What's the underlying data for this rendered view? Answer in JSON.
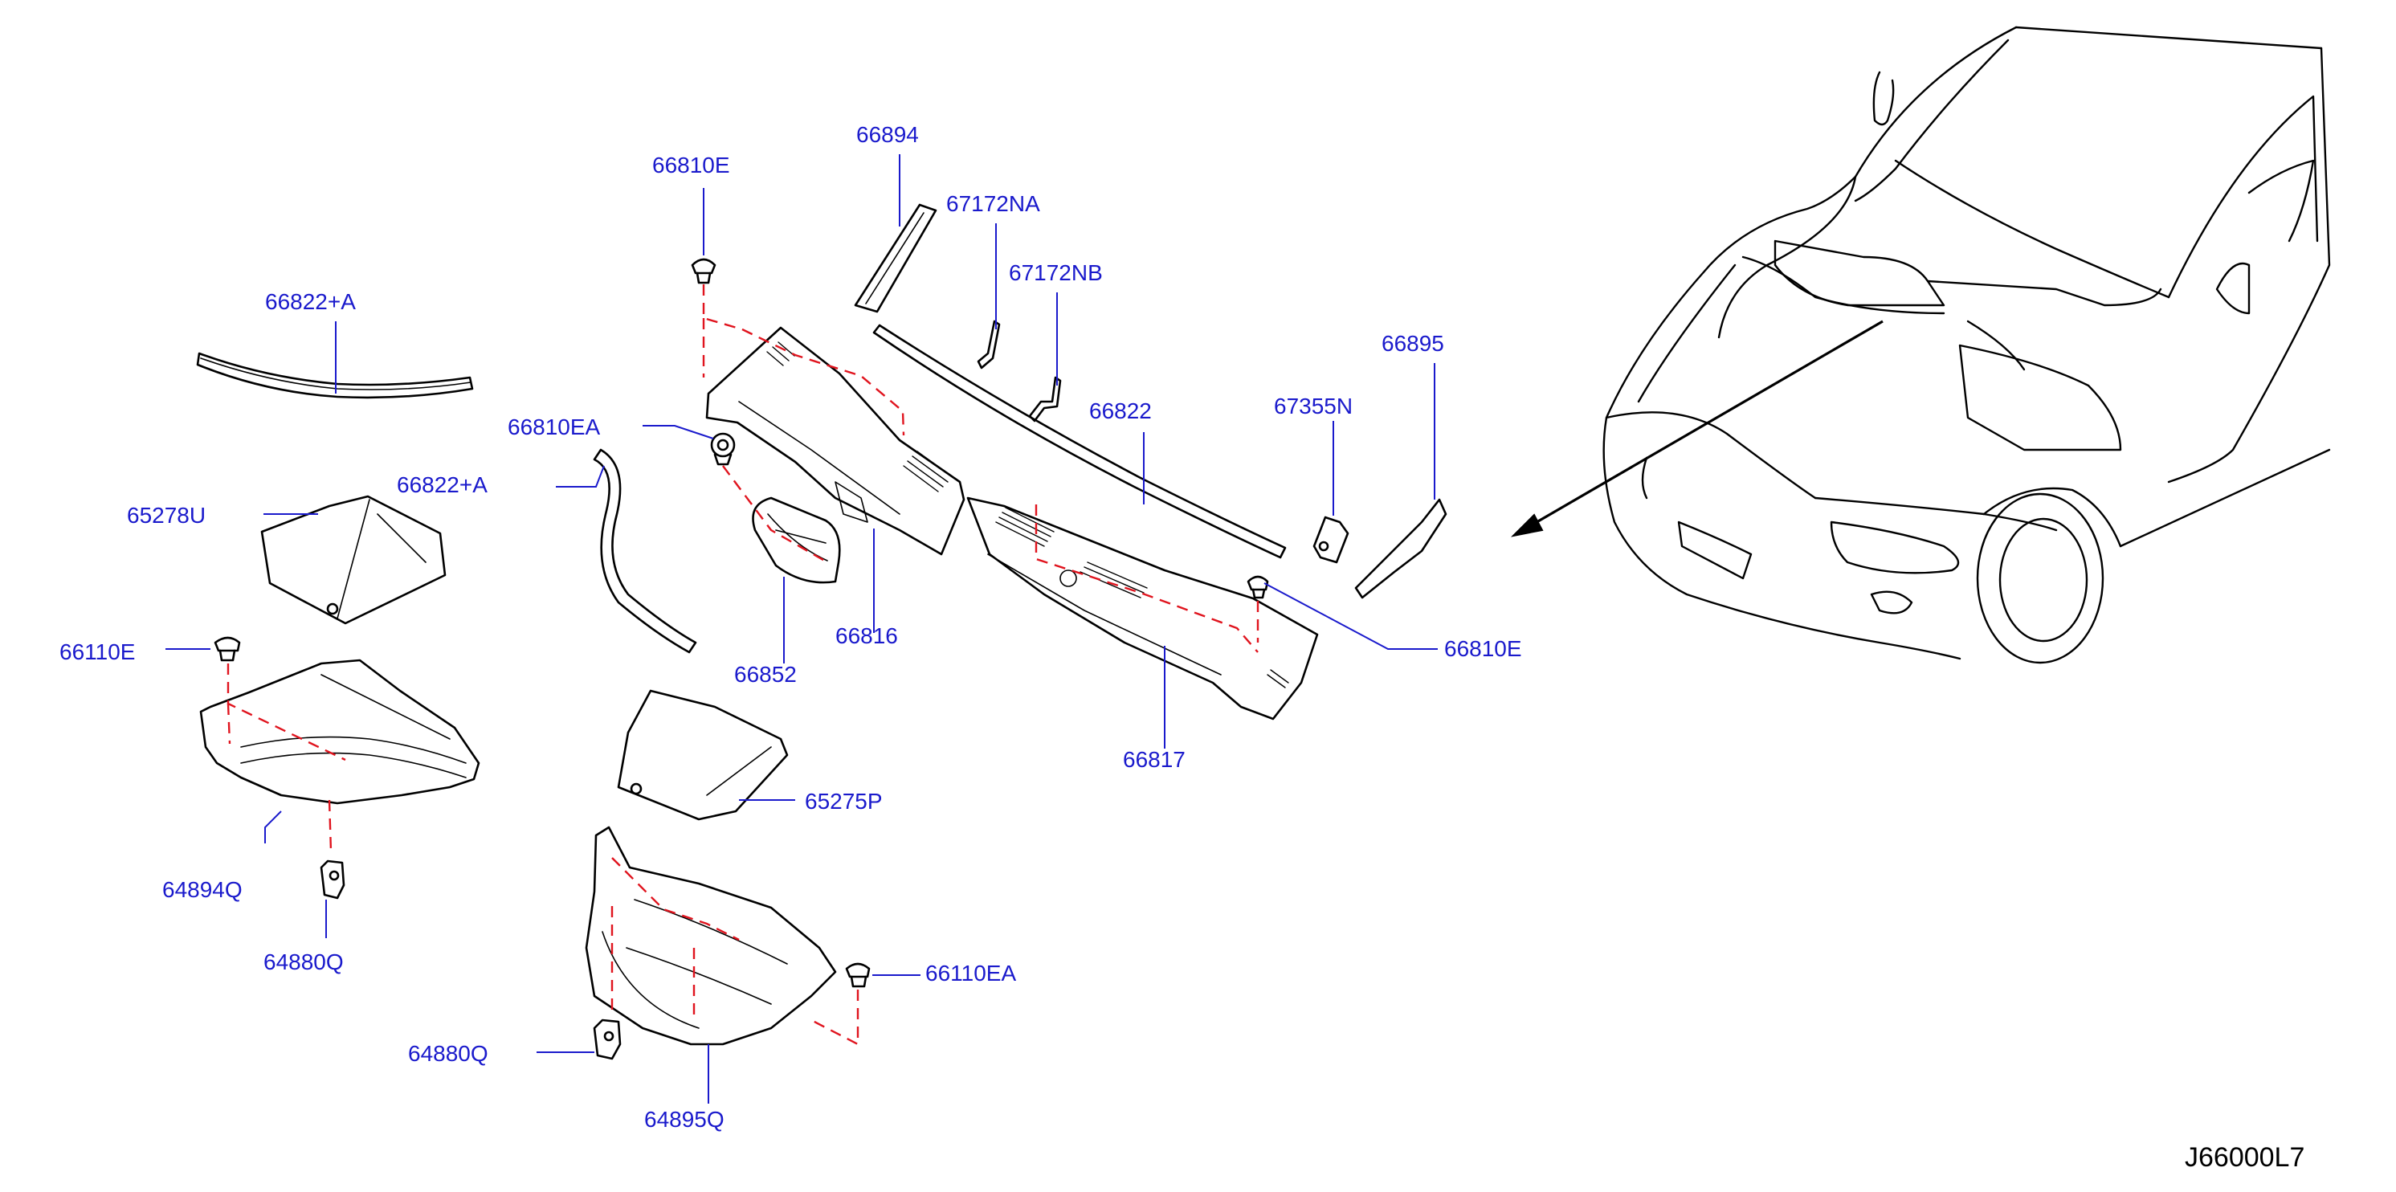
{
  "diagram_code": "J66000L7",
  "colors": {
    "callout": "#1a1acc",
    "guide_line": "#e0141e",
    "line_art": "#000000",
    "background": "#ffffff"
  },
  "callouts": {
    "p66810E_top": "66810E",
    "p66894": "66894",
    "p67172NA": "67172NA",
    "p67172NB": "67172NB",
    "p66822A_top": "66822+A",
    "p66822": "66822",
    "p66895": "66895",
    "p67355N": "67355N",
    "p66810EA": "66810EA",
    "p66822A_mid": "66822+A",
    "p65278U": "65278U",
    "p66816": "66816",
    "p66852": "66852",
    "p66810E_right": "66810E",
    "p66110E": "66110E",
    "p66817": "66817",
    "p65275P": "65275P",
    "p64894Q": "64894Q",
    "p64880Q_left": "64880Q",
    "p66110EA": "66110EA",
    "p64880Q_bottom": "64880Q",
    "p64895Q": "64895Q"
  }
}
